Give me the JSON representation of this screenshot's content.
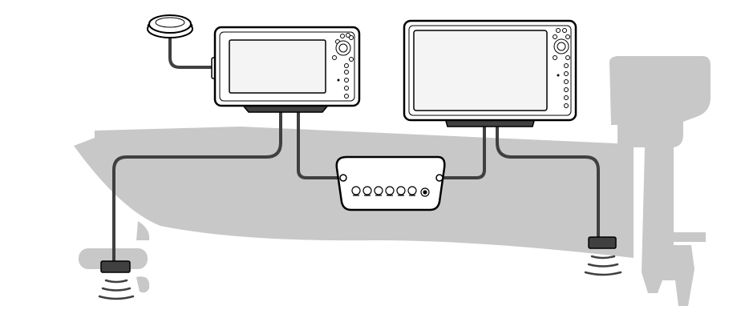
{
  "diagram": {
    "type": "boat electronics network installation",
    "components": [
      {
        "name": "gps-antenna"
      },
      {
        "name": "display-unit-small"
      },
      {
        "name": "display-unit-large"
      },
      {
        "name": "ethernet-switch",
        "port_count": 6
      },
      {
        "name": "trolling-motor-transducer"
      },
      {
        "name": "transom-transducer"
      },
      {
        "name": "trolling-motor"
      },
      {
        "name": "outboard-motor"
      },
      {
        "name": "boat-hull"
      }
    ],
    "connections": [
      [
        "gps-antenna",
        "display-unit-small"
      ],
      [
        "display-unit-small",
        "trolling-motor-transducer"
      ],
      [
        "display-unit-small",
        "ethernet-switch"
      ],
      [
        "display-unit-large",
        "ethernet-switch"
      ],
      [
        "display-unit-large",
        "transom-transducer"
      ]
    ],
    "colors": {
      "hull": "#c8c8c8",
      "motor": "#c8c8c8",
      "cable": "#404040",
      "outline": "#000000",
      "device_face": "#ffffff",
      "screen_fill": "#f4f4f4"
    }
  }
}
